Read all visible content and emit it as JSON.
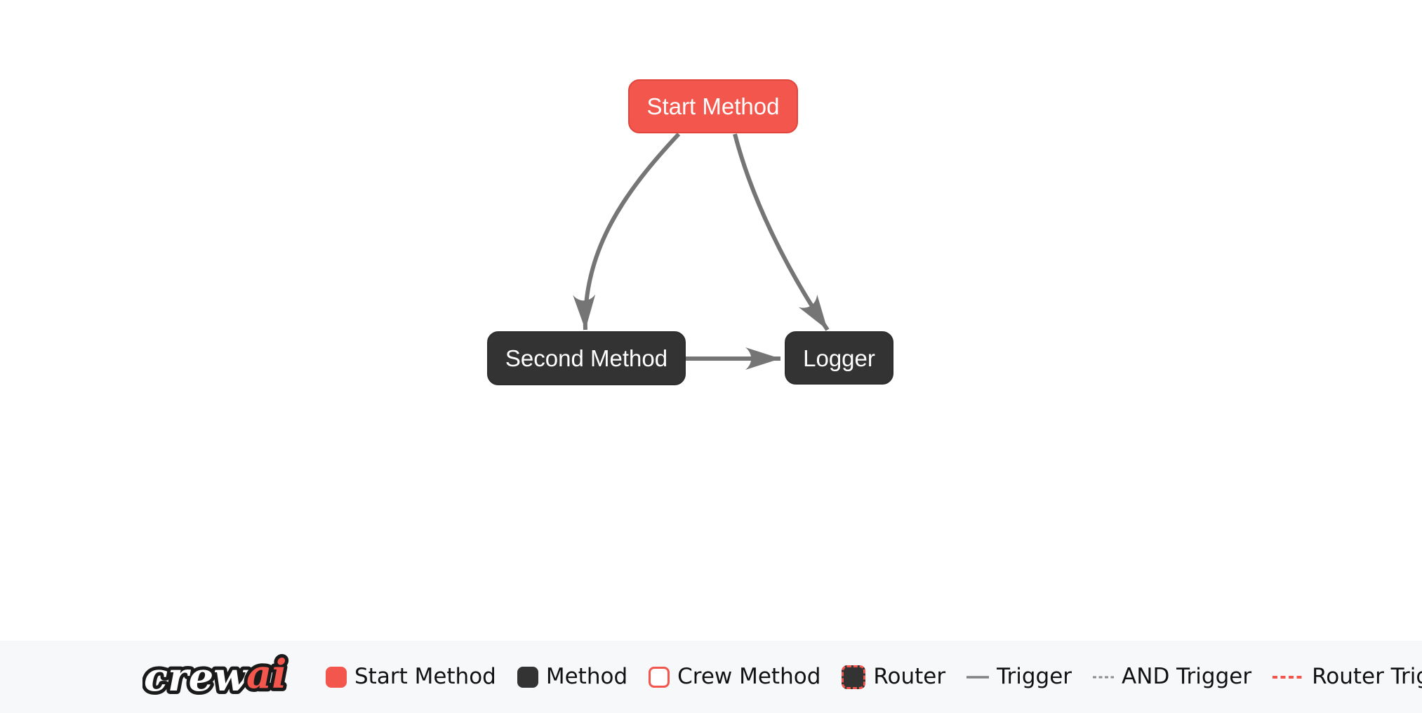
{
  "diagram": {
    "nodes": [
      {
        "id": "start_method",
        "label": "Start Method",
        "type": "start"
      },
      {
        "id": "second_method",
        "label": "Second Method",
        "type": "method"
      },
      {
        "id": "logger",
        "label": "Logger",
        "type": "method"
      }
    ],
    "edges": [
      {
        "from": "start_method",
        "to": "second_method",
        "type": "trigger"
      },
      {
        "from": "start_method",
        "to": "logger",
        "type": "trigger"
      },
      {
        "from": "second_method",
        "to": "logger",
        "type": "trigger"
      }
    ]
  },
  "legend": {
    "logo": {
      "part1": "crew",
      "part2": "ai"
    },
    "items": [
      {
        "label": "Start Method",
        "marker": "start-swatch"
      },
      {
        "label": "Method",
        "marker": "method-swatch"
      },
      {
        "label": "Crew Method",
        "marker": "crew-method-swatch"
      },
      {
        "label": "Router",
        "marker": "router-swatch"
      },
      {
        "label": "Trigger",
        "marker": "solid-line"
      },
      {
        "label": "AND Trigger",
        "marker": "dashed-gray-line"
      },
      {
        "label": "Router Trigger",
        "marker": "dashed-red-line"
      }
    ]
  },
  "colors": {
    "start_node_fill": "#f2564c",
    "start_node_border": "#e0463c",
    "method_node_fill": "#333333",
    "edge_gray": "#757575",
    "legend_background": "#f7f8fa",
    "node_text": "#ffffff",
    "legend_text": "#111111"
  }
}
